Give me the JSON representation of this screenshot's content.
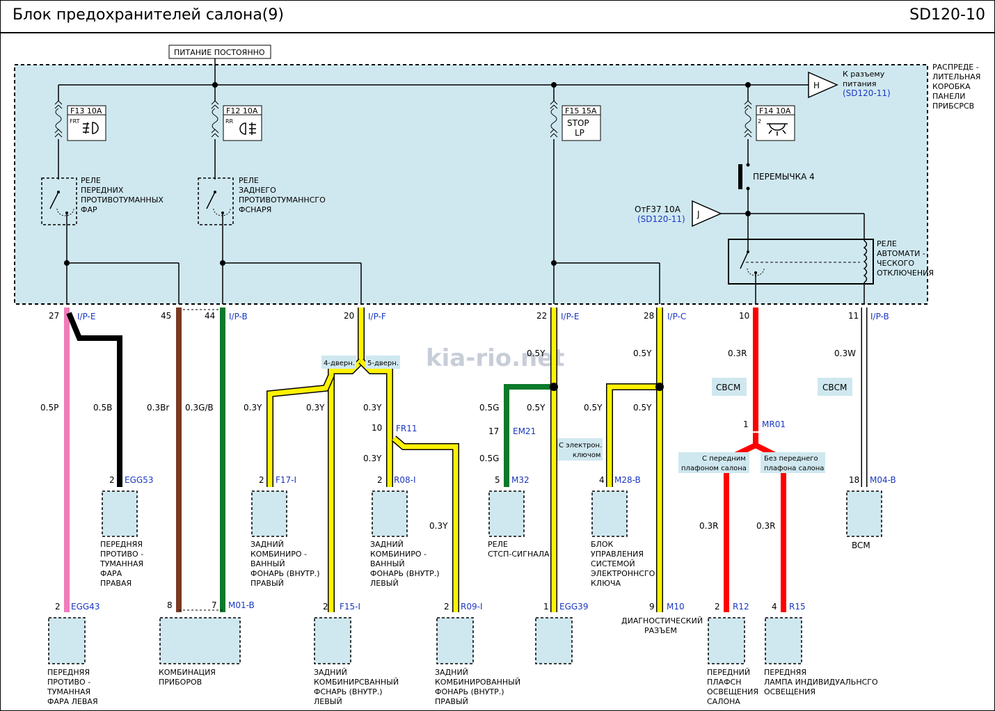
{
  "header": {
    "title": "Блок  предохранителей салона(9)",
    "code": "SD120-10"
  },
  "constant_power": "ПИТАНИЕ  ПОСТОЯННО",
  "junction_box": [
    "РАСПРЕДЕ -",
    "ЛИТЕЛЬНАЯ",
    "КОРОБКА",
    "ПАНЕЛИ",
    "ПРИБСРСВ"
  ],
  "connector_h": {
    "letter": "H",
    "text": [
      "К разъему",
      "питания"
    ],
    "ref": "(SD120-11)"
  },
  "fuses": [
    {
      "id": "F13 10A",
      "sub": "FRT"
    },
    {
      "id": "F12 10A",
      "sub": "RR"
    },
    {
      "id": "F15 15A",
      "label": [
        "STOP",
        "LP"
      ]
    },
    {
      "id": "F14 10A",
      "sub": "2"
    }
  ],
  "relays": {
    "front_fog": [
      "РЕЛЕ",
      "ПЕРЕДНИХ",
      "ПРОТИВОТУМАННЫХ",
      "ФАР"
    ],
    "rear_fog": [
      "РЕЛЕ",
      "ЗАДНЕГО",
      "ПРОТИВОТУМАННСГО",
      "ФСНАРЯ"
    ],
    "auto_off": [
      "РЕЛЕ",
      "АВТОМАТИ -",
      "ЧЕСКОГО",
      "ОТКЛЮЧЕНИЯ"
    ]
  },
  "jumper": "ПЕРЕМЫЧКА   4",
  "connector_j": {
    "letter": "J",
    "text": "ОтF37 10A",
    "ref": "(SD120-11)"
  },
  "pins": {
    "p27": "27",
    "p45": "45",
    "p44": "44",
    "p20": "20",
    "p22": "22",
    "p28": "28",
    "p10": "10",
    "p11": "11"
  },
  "connectors": {
    "c27": "I/P-E",
    "c44": "I/P-B",
    "c20": "I/P-F",
    "c22": "I/P-E",
    "c28": "I/P-C",
    "c11": "I/P-B"
  },
  "watermark": "kia-rio.net",
  "wires": {
    "w05P": "0.5P",
    "w05B": "0.5B",
    "w03Br": "0.3Br",
    "w03GB": "0.3G/B",
    "w03Y_a": "0.3Y",
    "w03Y_b": "0.3Y",
    "w03Y_c": "0.3Y",
    "w03Y_d": "0.3Y",
    "w03Y_e": "0.3Y",
    "w05Y_a": "0.5Y",
    "w05Y_b": "0.5Y",
    "w05Y_c": "0.5Y",
    "w05Y_d": "0.5Y",
    "w05G_a": "0.5G",
    "w05G_b": "0.5G",
    "w03R_a": "0.3R",
    "w03R_b": "0.3R",
    "w03R_c": "0.3R",
    "w03W": "0.3W"
  },
  "options": {
    "door4": "4-дверн.",
    "door5": "5-дверн.",
    "smart_key": [
      "С электрон.",
      "ключом"
    ],
    "with_lamp": [
      "С передним",
      "плафоном салона"
    ],
    "without_lamp": [
      "Без переднего",
      "плафона салона"
    ],
    "sbcm_a": "СВСМ",
    "sbcm_b": "СВСМ"
  },
  "splices": {
    "fr11": {
      "pin": "10",
      "id": "FR11"
    },
    "em21": {
      "pin": "17",
      "id": "EM21"
    },
    "mr01": {
      "pin": "1",
      "id": "MR01"
    }
  },
  "components": {
    "egg53": {
      "pin": "2",
      "id": "EGG53",
      "label": [
        "ПЕРЕДНЯЯ",
        "ПРОТИВО -",
        "ТУМАННАЯ",
        "ФАРА",
        "ПРАВАЯ"
      ]
    },
    "f17": {
      "pin": "2",
      "id": "F17-I",
      "label": [
        "ЗАДНИЙ",
        "КОМБИНИРО -",
        "ВАННЫЙ",
        "ФОНАРЬ (ВНУТР.)",
        "ПРАВЫЙ"
      ]
    },
    "r08": {
      "pin": "2",
      "id": "R08-I",
      "label": [
        "ЗАДНИЙ",
        "КОМБИНИРО -",
        "ВАННЫЙ",
        "ФОНАРЬ (ВНУТР.)",
        "ЛЕВЫЙ"
      ]
    },
    "m32": {
      "pin": "5",
      "id": "M32",
      "label": [
        "РЕЛЕ",
        "СТСП-СИГНАЛА"
      ]
    },
    "m28": {
      "pin": "4",
      "id": "M28-B",
      "label": [
        "БЛОК",
        "УПРАВЛЕНИЯ",
        "СИСТЕМОЙ",
        "ЭЛЕКТРОННСГО",
        "КЛЮЧА"
      ]
    },
    "m04": {
      "pin": "18",
      "id": "M04-B",
      "label": [
        "BCM"
      ]
    },
    "egg43": {
      "pin": "2",
      "id": "EGG43",
      "label": [
        "ПЕРЕДНЯЯ",
        "ПРОТИВО -",
        "ТУМАННАЯ",
        "ФАРА ЛЕВАЯ"
      ]
    },
    "m01": {
      "pin8": "8",
      "pin7": "7",
      "id": "M01-B",
      "label": [
        "КОМБИНАЦИЯ",
        "ПРИБОРОВ"
      ]
    },
    "f15": {
      "pin": "2",
      "id": "F15-I",
      "label": [
        "ЗАДНИЙ",
        "КОМБИНИРСВАННЫЙ",
        "ФСНАРЬ (ВНУТР.)",
        "ЛЕВЫЙ"
      ]
    },
    "r09": {
      "pin": "2",
      "id": "R09-I",
      "label": [
        "ЗАДНИЙ",
        "КОМБИНИРОВАННЫЙ",
        "ФОНАРЬ (ВНУТР.)",
        "ПРАВЫЙ"
      ]
    },
    "egg39": {
      "pin": "1",
      "id": "EGG39"
    },
    "m10": {
      "pin": "9",
      "id": "M10",
      "label": [
        "ДИАГНОСТИЧЕСКИЙ",
        "РАЗЪЕМ"
      ]
    },
    "r12": {
      "pin": "2",
      "id": "R12",
      "label": [
        "ПЕРЕДНИЙ",
        "ПЛАФСН",
        "ОСВЕЩЕНИЯ",
        "САЛОНА"
      ]
    },
    "r15": {
      "pin": "4",
      "id": "R15",
      "label": [
        "ПЕРЕДНЯЯ",
        "ЛАМПА  ИНДИВИДУАЛЬНСГО",
        "ОСВЕЩЕНИЯ"
      ]
    }
  },
  "colors": {
    "box_fill": "#cfe8f0",
    "pink": "#f07cba",
    "black": "#000000",
    "brown": "#7b3a22",
    "green": "#0b7a2a",
    "yellow": "#fff200",
    "red": "#ff0000",
    "white": "#ffffff"
  }
}
